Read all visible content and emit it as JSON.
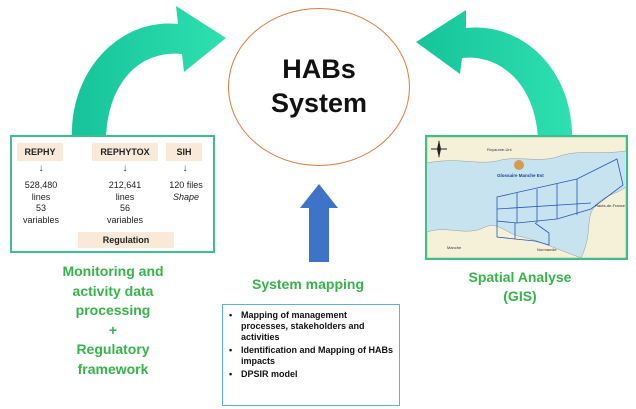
{
  "center": {
    "title_line1": "HABs",
    "title_line2": "System"
  },
  "data_panel": {
    "columns": [
      {
        "name": "REPHY",
        "line1": "528,480",
        "line2": "lines",
        "line3": "53",
        "line4": "variables"
      },
      {
        "name": "REPHYTOX",
        "line1": "212,641",
        "line2": "lines",
        "line3": "56",
        "line4": "variables"
      },
      {
        "name": "SIH",
        "line1": "120 files",
        "line2": "Shape"
      }
    ],
    "regulation": "Regulation"
  },
  "captions": {
    "left": [
      "Monitoring and",
      "activity data",
      "processing",
      "+",
      "Regulatory",
      "framework"
    ],
    "middle": "System mapping",
    "right": [
      "Spatial Analyse",
      "(GIS)"
    ]
  },
  "bullets": [
    "Mapping of management processes, stakeholders and activities",
    "Identification and Mapping of HABs impacts",
    "DPSIR model"
  ],
  "map": {
    "top_label": "Royaume-Uni",
    "sea_label": "Glossaire Manche Est",
    "right_label": "Hauts-de-France",
    "bottom_left_label": "Manche",
    "bottom_right_label": "Normandie"
  },
  "colors": {
    "accent_green": "#36b34a",
    "arrow_teal": "#2dd4a0",
    "arrow_blue": "#3f73c7",
    "ellipse_orange": "#e07a3a"
  }
}
